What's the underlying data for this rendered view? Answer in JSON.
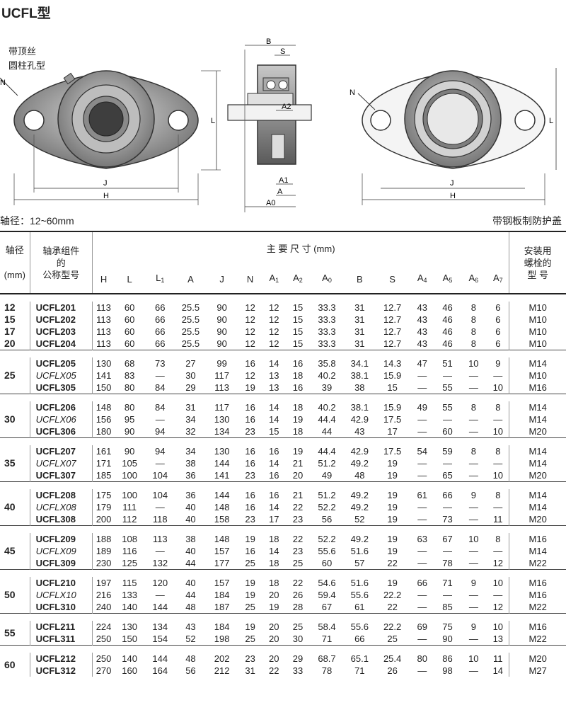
{
  "title": "UCFL型",
  "captions": {
    "set_screw_line1": "带顶丝",
    "set_screw_line2": "圆柱孔型",
    "shaft_range": "轴径：12~60mm",
    "cover_note": "带钢板制防护盖"
  },
  "drawing_labels": {
    "B": "B",
    "S": "S",
    "A2": "A2",
    "A1": "A1",
    "A": "A",
    "A0": "A0",
    "J": "J",
    "H": "H",
    "L": "L",
    "N": "N"
  },
  "table": {
    "col_shaft_l1": "轴径",
    "col_shaft_l2": "(mm)",
    "col_model_l1": "轴承组件",
    "col_model_l2": "的",
    "col_model_l3": "公称型号",
    "col_main": "主 要 尺 寸 (mm)",
    "col_bolt_l1": "安装用",
    "col_bolt_l2": "螺栓的",
    "col_bolt_l3": "型 号",
    "dim_headers": [
      "H",
      "L",
      "L1",
      "A",
      "J",
      "N",
      "A1",
      "A2",
      "A0",
      "B",
      "S",
      "A4",
      "A5",
      "A6",
      "A7"
    ],
    "groups": [
      {
        "shaft": "12\n15\n17\n20",
        "shafts": [
          "12",
          "15",
          "17",
          "20"
        ],
        "rows": [
          {
            "model": "UCFL201",
            "italic": false,
            "vals": [
              "113",
              "60",
              "66",
              "25.5",
              "90",
              "12",
              "12",
              "15",
              "33.3",
              "31",
              "12.7",
              "43",
              "46",
              "8",
              "6"
            ],
            "bolt": "M10"
          },
          {
            "model": "UCFL202",
            "italic": false,
            "vals": [
              "113",
              "60",
              "66",
              "25.5",
              "90",
              "12",
              "12",
              "15",
              "33.3",
              "31",
              "12.7",
              "43",
              "46",
              "8",
              "6"
            ],
            "bolt": "M10"
          },
          {
            "model": "UCFL203",
            "italic": false,
            "vals": [
              "113",
              "60",
              "66",
              "25.5",
              "90",
              "12",
              "12",
              "15",
              "33.3",
              "31",
              "12.7",
              "43",
              "46",
              "8",
              "6"
            ],
            "bolt": "M10"
          },
          {
            "model": "UCFL204",
            "italic": false,
            "vals": [
              "113",
              "60",
              "66",
              "25.5",
              "90",
              "12",
              "12",
              "15",
              "33.3",
              "31",
              "12.7",
              "43",
              "46",
              "8",
              "6"
            ],
            "bolt": "M10"
          }
        ]
      },
      {
        "shaft": "25",
        "rows": [
          {
            "model": "UCFL205",
            "italic": false,
            "vals": [
              "130",
              "68",
              "73",
              "27",
              "99",
              "16",
              "14",
              "16",
              "35.8",
              "34.1",
              "14.3",
              "47",
              "51",
              "10",
              "9"
            ],
            "bolt": "M14"
          },
          {
            "model": "UCFLX05",
            "italic": true,
            "vals": [
              "141",
              "83",
              "—",
              "30",
              "117",
              "12",
              "13",
              "18",
              "40.2",
              "38.1",
              "15.9",
              "—",
              "—",
              "—",
              "—"
            ],
            "bolt": "M10"
          },
          {
            "model": "UCFL305",
            "italic": false,
            "vals": [
              "150",
              "80",
              "84",
              "29",
              "113",
              "19",
              "13",
              "16",
              "39",
              "38",
              "15",
              "—",
              "55",
              "—",
              "10"
            ],
            "bolt": "M16"
          }
        ]
      },
      {
        "shaft": "30",
        "rows": [
          {
            "model": "UCFL206",
            "italic": false,
            "vals": [
              "148",
              "80",
              "84",
              "31",
              "117",
              "16",
              "14",
              "18",
              "40.2",
              "38.1",
              "15.9",
              "49",
              "55",
              "8",
              "8"
            ],
            "bolt": "M14"
          },
          {
            "model": "UCFLX06",
            "italic": true,
            "vals": [
              "156",
              "95",
              "—",
              "34",
              "130",
              "16",
              "14",
              "19",
              "44.4",
              "42.9",
              "17.5",
              "—",
              "—",
              "—",
              "—"
            ],
            "bolt": "M14"
          },
          {
            "model": "UCFL306",
            "italic": false,
            "vals": [
              "180",
              "90",
              "94",
              "32",
              "134",
              "23",
              "15",
              "18",
              "44",
              "43",
              "17",
              "—",
              "60",
              "—",
              "10"
            ],
            "bolt": "M20"
          }
        ]
      },
      {
        "shaft": "35",
        "rows": [
          {
            "model": "UCFL207",
            "italic": false,
            "vals": [
              "161",
              "90",
              "94",
              "34",
              "130",
              "16",
              "16",
              "19",
              "44.4",
              "42.9",
              "17.5",
              "54",
              "59",
              "8",
              "8"
            ],
            "bolt": "M14"
          },
          {
            "model": "UCFLX07",
            "italic": true,
            "vals": [
              "171",
              "105",
              "—",
              "38",
              "144",
              "16",
              "14",
              "21",
              "51.2",
              "49.2",
              "19",
              "—",
              "—",
              "—",
              "—"
            ],
            "bolt": "M14"
          },
          {
            "model": "UCFL307",
            "italic": false,
            "vals": [
              "185",
              "100",
              "104",
              "36",
              "141",
              "23",
              "16",
              "20",
              "49",
              "48",
              "19",
              "—",
              "65",
              "—",
              "10"
            ],
            "bolt": "M20"
          }
        ]
      },
      {
        "shaft": "40",
        "rows": [
          {
            "model": "UCFL208",
            "italic": false,
            "vals": [
              "175",
              "100",
              "104",
              "36",
              "144",
              "16",
              "16",
              "21",
              "51.2",
              "49.2",
              "19",
              "61",
              "66",
              "9",
              "8"
            ],
            "bolt": "M14"
          },
          {
            "model": "UCFLX08",
            "italic": true,
            "vals": [
              "179",
              "111",
              "—",
              "40",
              "148",
              "16",
              "14",
              "22",
              "52.2",
              "49.2",
              "19",
              "—",
              "—",
              "—",
              "—"
            ],
            "bolt": "M14"
          },
          {
            "model": "UCFL308",
            "italic": false,
            "vals": [
              "200",
              "112",
              "118",
              "40",
              "158",
              "23",
              "17",
              "23",
              "56",
              "52",
              "19",
              "—",
              "73",
              "—",
              "11"
            ],
            "bolt": "M20"
          }
        ]
      },
      {
        "shaft": "45",
        "rows": [
          {
            "model": "UCFL209",
            "italic": false,
            "vals": [
              "188",
              "108",
              "113",
              "38",
              "148",
              "19",
              "18",
              "22",
              "52.2",
              "49.2",
              "19",
              "63",
              "67",
              "10",
              "8"
            ],
            "bolt": "M16"
          },
          {
            "model": "UCFLX09",
            "italic": true,
            "vals": [
              "189",
              "116",
              "—",
              "40",
              "157",
              "16",
              "14",
              "23",
              "55.6",
              "51.6",
              "19",
              "—",
              "—",
              "—",
              "—"
            ],
            "bolt": "M14"
          },
          {
            "model": "UCFL309",
            "italic": false,
            "vals": [
              "230",
              "125",
              "132",
              "44",
              "177",
              "25",
              "18",
              "25",
              "60",
              "57",
              "22",
              "—",
              "78",
              "—",
              "12"
            ],
            "bolt": "M22"
          }
        ]
      },
      {
        "shaft": "50",
        "rows": [
          {
            "model": "UCFL210",
            "italic": false,
            "vals": [
              "197",
              "115",
              "120",
              "40",
              "157",
              "19",
              "18",
              "22",
              "54.6",
              "51.6",
              "19",
              "66",
              "71",
              "9",
              "10"
            ],
            "bolt": "M16"
          },
          {
            "model": "UCFLX10",
            "italic": true,
            "vals": [
              "216",
              "133",
              "—",
              "44",
              "184",
              "19",
              "20",
              "26",
              "59.4",
              "55.6",
              "22.2",
              "—",
              "—",
              "—",
              "—"
            ],
            "bolt": "M16"
          },
          {
            "model": "UCFL310",
            "italic": false,
            "vals": [
              "240",
              "140",
              "144",
              "48",
              "187",
              "25",
              "19",
              "28",
              "67",
              "61",
              "22",
              "—",
              "85",
              "—",
              "12"
            ],
            "bolt": "M22"
          }
        ]
      },
      {
        "shaft": "55",
        "rows": [
          {
            "model": "UCFL211",
            "italic": false,
            "vals": [
              "224",
              "130",
              "134",
              "43",
              "184",
              "19",
              "20",
              "25",
              "58.4",
              "55.6",
              "22.2",
              "69",
              "75",
              "9",
              "10"
            ],
            "bolt": "M16"
          },
          {
            "model": "UCFL311",
            "italic": false,
            "vals": [
              "250",
              "150",
              "154",
              "52",
              "198",
              "25",
              "20",
              "30",
              "71",
              "66",
              "25",
              "—",
              "90",
              "—",
              "13"
            ],
            "bolt": "M22"
          }
        ]
      },
      {
        "shaft": "60",
        "rows": [
          {
            "model": "UCFL212",
            "italic": false,
            "vals": [
              "250",
              "140",
              "144",
              "48",
              "202",
              "23",
              "20",
              "29",
              "68.7",
              "65.1",
              "25.4",
              "80",
              "86",
              "10",
              "11"
            ],
            "bolt": "M20"
          },
          {
            "model": "UCFL312",
            "italic": false,
            "vals": [
              "270",
              "160",
              "164",
              "56",
              "212",
              "31",
              "22",
              "33",
              "78",
              "71",
              "26",
              "—",
              "98",
              "—",
              "14"
            ],
            "bolt": "M27"
          }
        ]
      }
    ]
  }
}
